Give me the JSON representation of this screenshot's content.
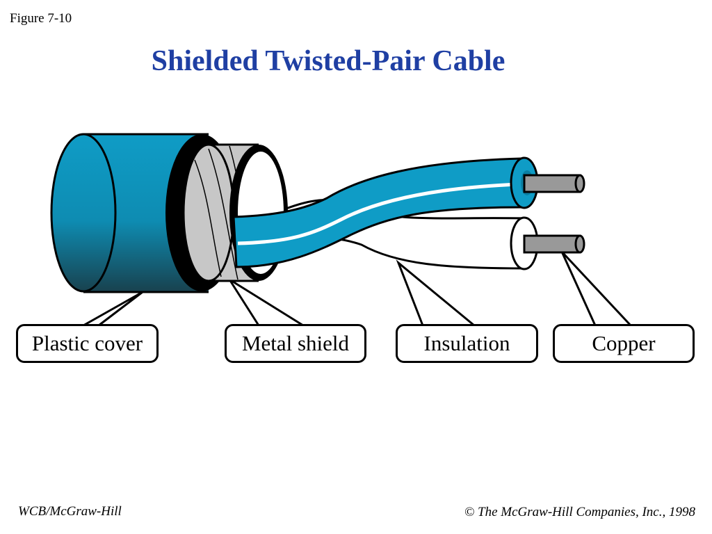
{
  "figure_label": "Figure 7-10",
  "title": "Shielded Twisted-Pair Cable",
  "callouts": {
    "plastic_cover": "Plastic cover",
    "metal_shield": "Metal shield",
    "insulation": "Insulation",
    "copper": "Copper"
  },
  "footer": {
    "publisher": "WCB/McGraw-Hill",
    "copyright_symbol": "©",
    "copyright": "The McGraw-Hill Companies, Inc., 1998"
  },
  "colors": {
    "title": "#1f3fa3",
    "cover_blue": "#0f9cc6",
    "cover_dark": "#18424f",
    "shield_gray": "#c7c7c7",
    "copper_gray": "#999999"
  }
}
